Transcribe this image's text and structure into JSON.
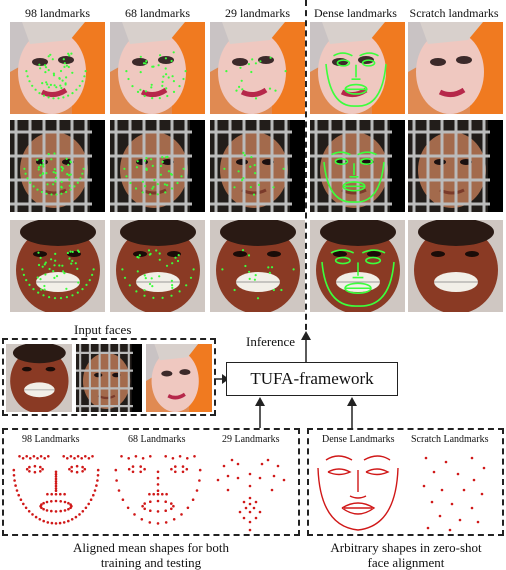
{
  "figure": {
    "column_labels": [
      "98 landmarks",
      "68 landmarks",
      "29 landmarks",
      "Dense landmarks",
      "Scratch landmarks"
    ],
    "input_faces_label": "Input faces",
    "inference_label": "Inference",
    "framework_label": "TUFA-framework",
    "mean_shapes": {
      "labels": [
        "98 Landmarks",
        "68 Landmarks",
        "29 Landmarks"
      ],
      "caption_line1": "Aligned mean shapes for both",
      "caption_line2": "training and testing"
    },
    "arbitrary_shapes": {
      "labels": [
        "Dense Landmarks",
        "Scratch Landmarks"
      ],
      "caption_line1": "Arbitrary shapes in zero-shot",
      "caption_line2": "face alignment"
    }
  },
  "colors": {
    "landmark_green": "#3cff3c",
    "shape_red": "#d01818",
    "line": "#222222"
  }
}
